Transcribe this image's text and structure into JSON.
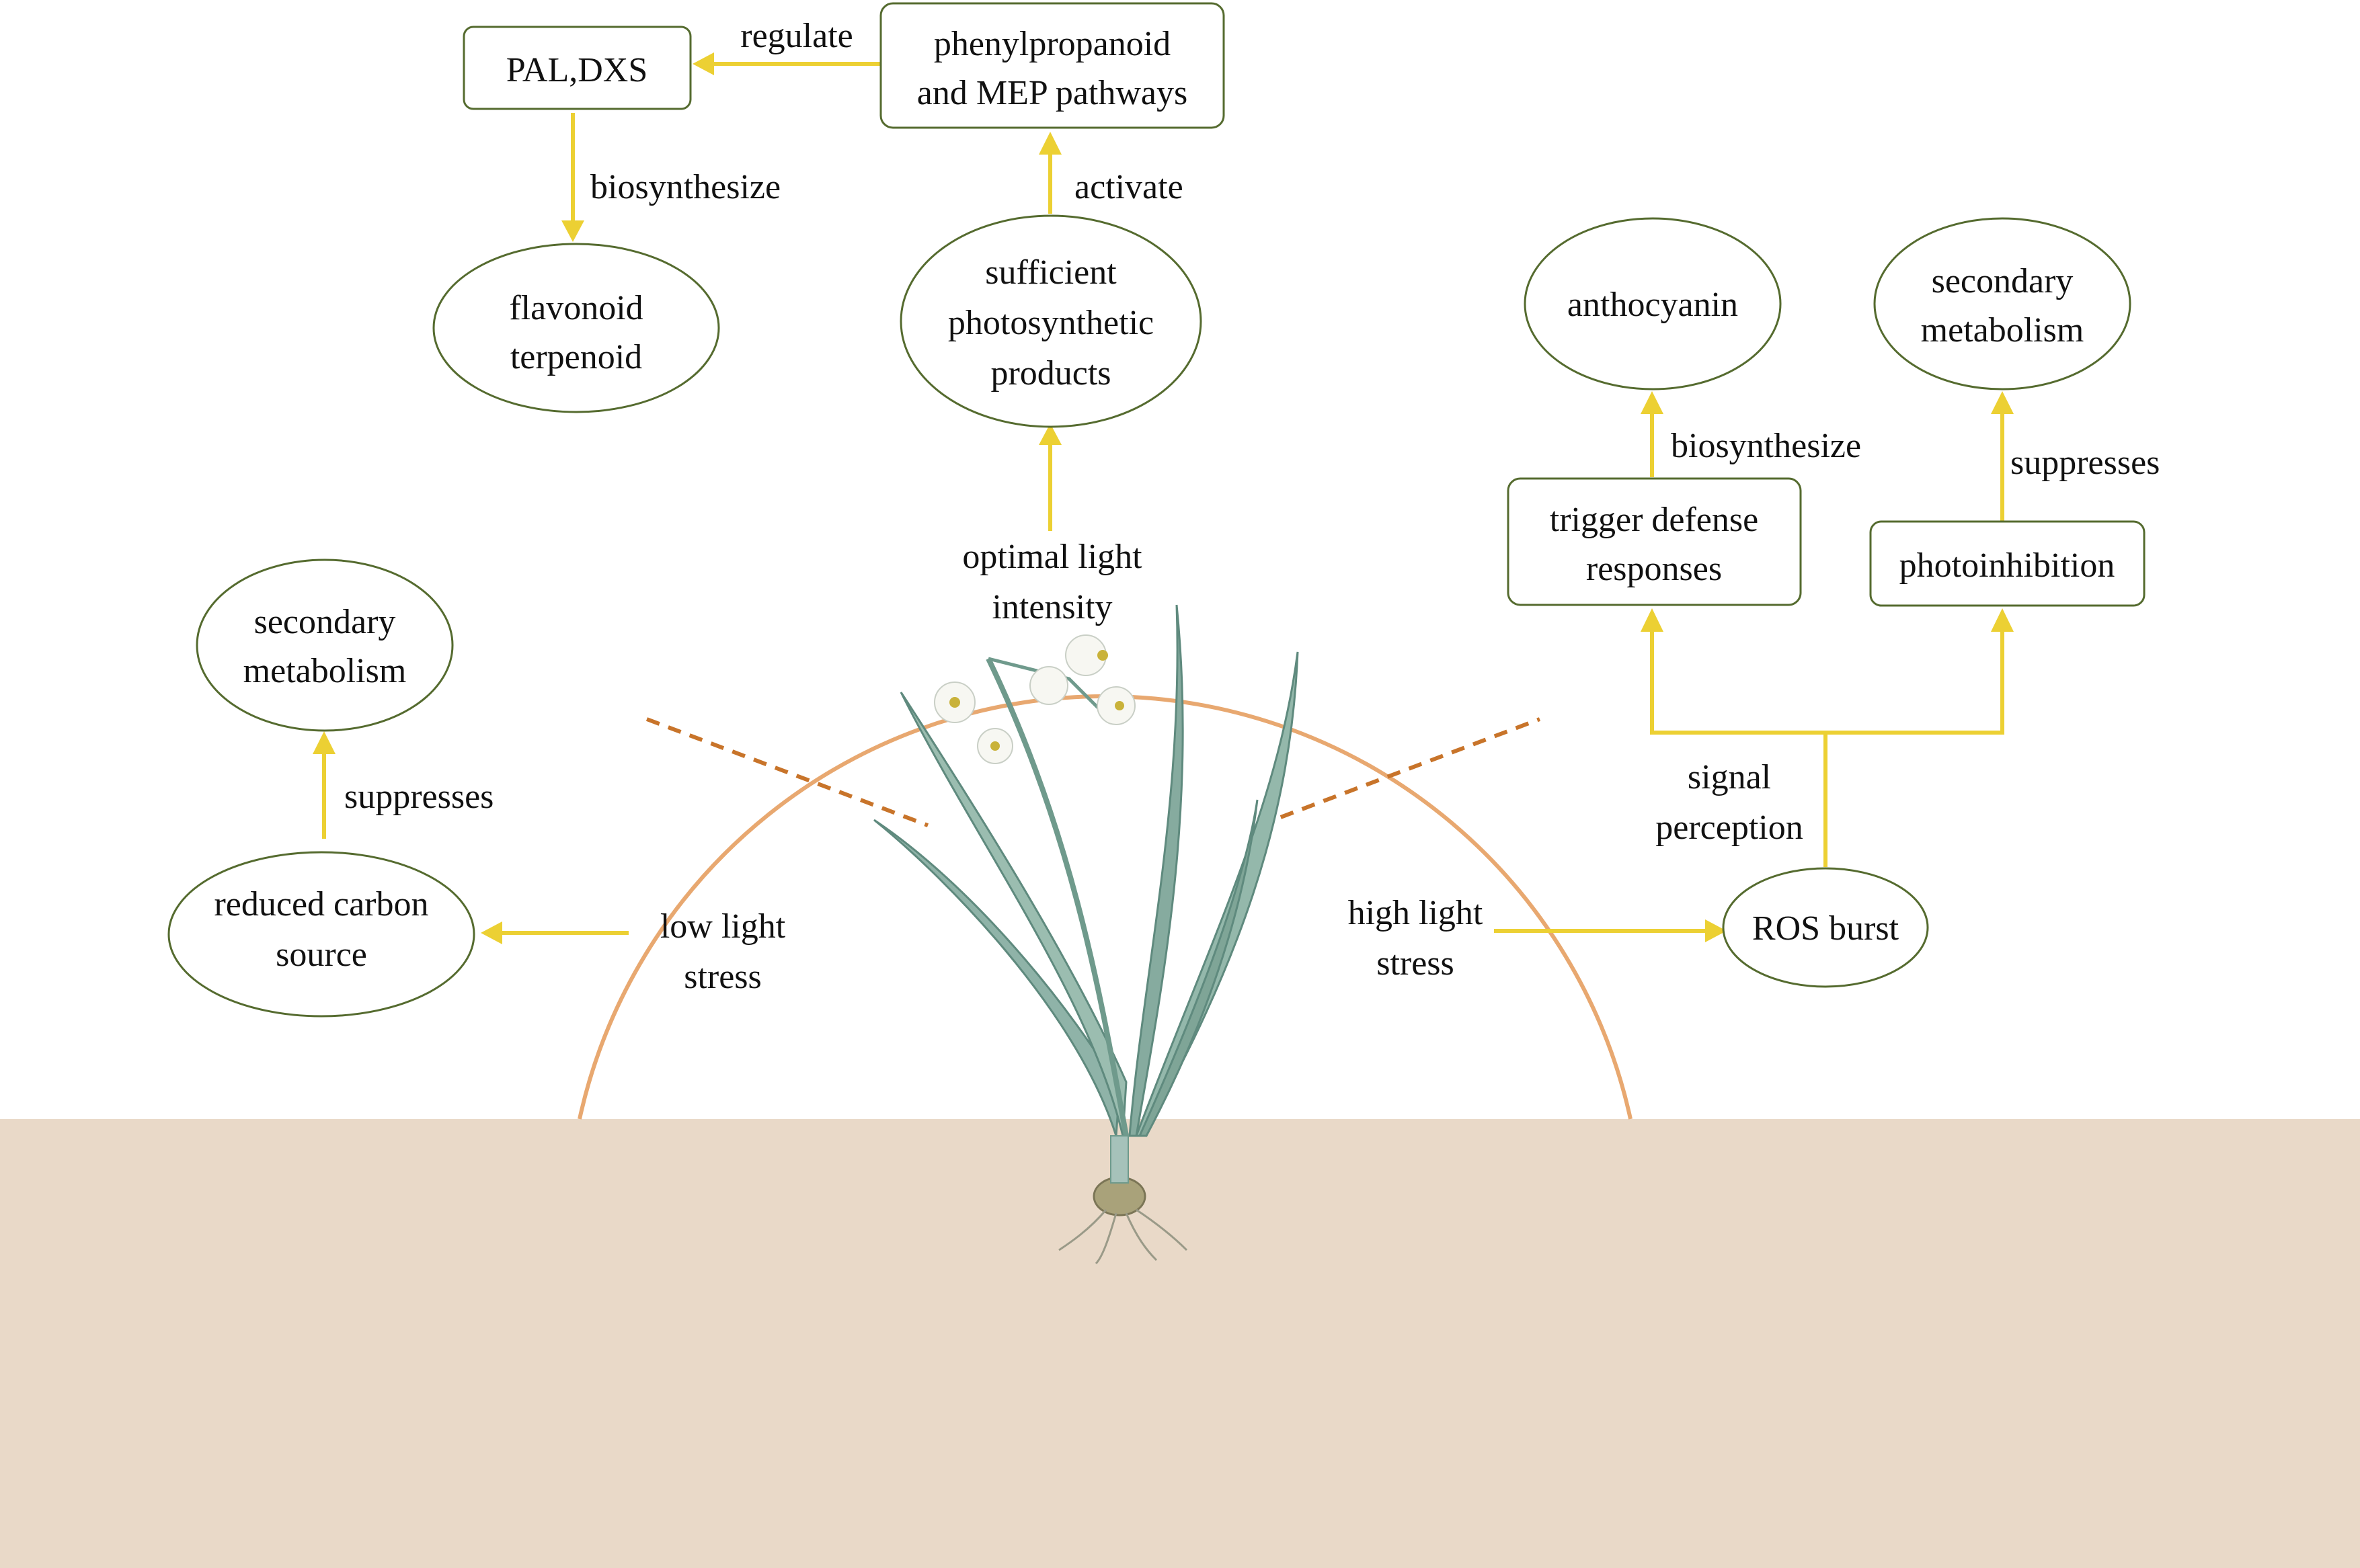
{
  "nodes": {
    "pal_dxs": "PAL,DXS",
    "phenyl_1": "phenylpropanoid",
    "phenyl_2": "and MEP pathways",
    "flav_1": "flavonoid",
    "flav_2": "terpenoid",
    "suff_1": "sufficient",
    "suff_2": "photosynthetic",
    "suff_3": "products",
    "antho": "anthocyanin",
    "sec_right_1": "secondary",
    "sec_right_2": "metabolism",
    "trigger_1": "trigger defense",
    "trigger_2": "responses",
    "photoinhib": "photoinhibition",
    "sec_left_1": "secondary",
    "sec_left_2": "metabolism",
    "reduced_1": "reduced carbon",
    "reduced_2": "source",
    "ros": "ROS burst"
  },
  "edge_labels": {
    "regulate": "regulate",
    "biosynthesize_top": "biosynthesize",
    "activate": "activate",
    "biosynthesize_right": "biosynthesize",
    "suppresses_right": "suppresses",
    "suppresses_left": "suppresses",
    "signal_1": "signal",
    "signal_2": "perception"
  },
  "zone_labels": {
    "optimal_1": "optimal light",
    "optimal_2": "intensity",
    "low_1": "low light",
    "low_2": "stress",
    "high_1": "high light",
    "high_2": "stress"
  },
  "colors": {
    "arrow": "#ecd033",
    "node_border": "#556b2f",
    "arc": "#e8a870",
    "divider": "#c8742a",
    "soil": "#e9d9c8",
    "leaf": "#8fb3a8"
  }
}
